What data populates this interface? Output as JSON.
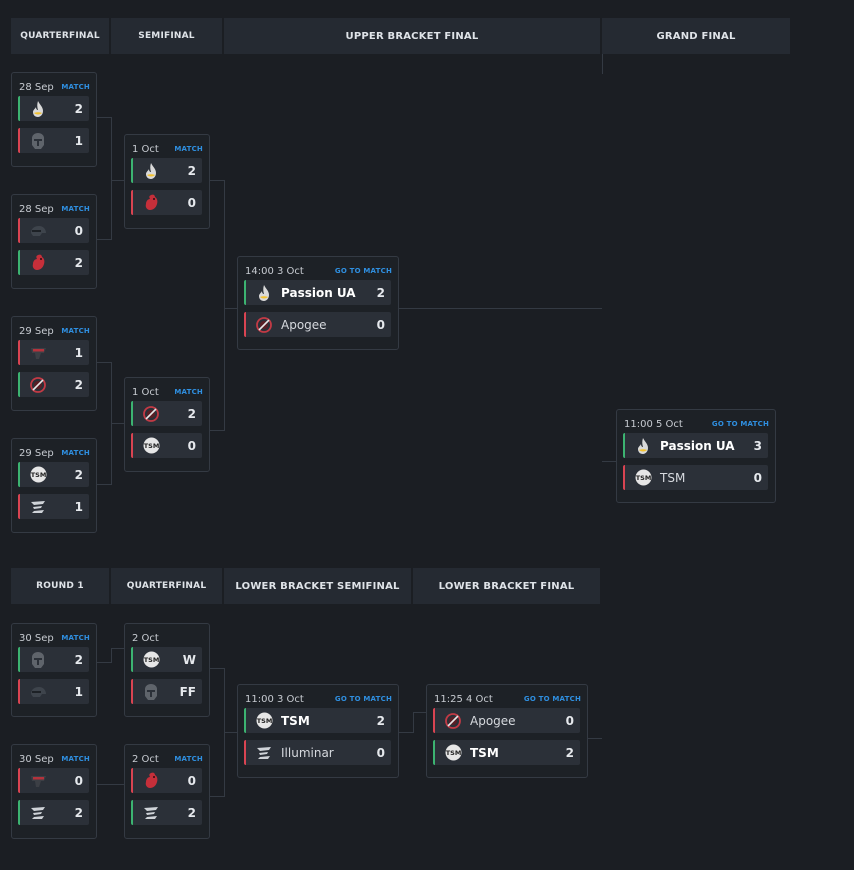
{
  "upper": {
    "headers": [
      "QUARTERFINAL",
      "SEMIFINAL",
      "UPPER BRACKET FINAL",
      "GRAND FINAL"
    ],
    "matches": [
      {
        "date": "28 Sep",
        "link": "MATCH",
        "teams": [
          {
            "logo": "passion-ua",
            "name": "",
            "score": "2",
            "result": "win"
          },
          {
            "logo": "team-knight",
            "name": "",
            "score": "1",
            "result": "loss"
          }
        ]
      },
      {
        "date": "28 Sep",
        "link": "MATCH",
        "teams": [
          {
            "logo": "team-cap",
            "name": "",
            "score": "0",
            "result": "loss"
          },
          {
            "logo": "team-rooster",
            "name": "",
            "score": "2",
            "result": "win"
          }
        ]
      },
      {
        "date": "29 Sep",
        "link": "MATCH",
        "teams": [
          {
            "logo": "team-bandit",
            "name": "",
            "score": "1",
            "result": "loss"
          },
          {
            "logo": "apogee",
            "name": "",
            "score": "2",
            "result": "win"
          }
        ]
      },
      {
        "date": "29 Sep",
        "link": "MATCH",
        "teams": [
          {
            "logo": "tsm",
            "name": "",
            "score": "2",
            "result": "win"
          },
          {
            "logo": "illuminar",
            "name": "",
            "score": "1",
            "result": "loss"
          }
        ]
      },
      {
        "date": "1 Oct",
        "link": "MATCH",
        "teams": [
          {
            "logo": "passion-ua",
            "name": "",
            "score": "2",
            "result": "win"
          },
          {
            "logo": "team-rooster",
            "name": "",
            "score": "0",
            "result": "loss"
          }
        ]
      },
      {
        "date": "1 Oct",
        "link": "MATCH",
        "teams": [
          {
            "logo": "apogee",
            "name": "",
            "score": "2",
            "result": "win"
          },
          {
            "logo": "tsm",
            "name": "",
            "score": "0",
            "result": "loss"
          }
        ]
      },
      {
        "date": "14:00  3 Oct",
        "link": "GO TO MATCH",
        "teams": [
          {
            "logo": "passion-ua",
            "name": "Passion UA",
            "score": "2",
            "result": "win",
            "bold": true
          },
          {
            "logo": "apogee",
            "name": "Apogee",
            "score": "0",
            "result": "loss"
          }
        ]
      },
      {
        "date": "11:00  5 Oct",
        "link": "GO TO MATCH",
        "teams": [
          {
            "logo": "passion-ua",
            "name": "Passion UA",
            "score": "3",
            "result": "win",
            "bold": true
          },
          {
            "logo": "tsm",
            "name": "TSM",
            "score": "0",
            "result": "loss"
          }
        ]
      }
    ]
  },
  "lower": {
    "headers": [
      "ROUND 1",
      "QUARTERFINAL",
      "LOWER BRACKET SEMIFINAL",
      "LOWER BRACKET FINAL"
    ],
    "matches": [
      {
        "date": "30 Sep",
        "link": "MATCH",
        "teams": [
          {
            "logo": "team-knight",
            "name": "",
            "score": "2",
            "result": "win"
          },
          {
            "logo": "team-cap",
            "name": "",
            "score": "1",
            "result": "loss"
          }
        ]
      },
      {
        "date": "30 Sep",
        "link": "MATCH",
        "teams": [
          {
            "logo": "team-bandit",
            "name": "",
            "score": "0",
            "result": "loss"
          },
          {
            "logo": "illuminar",
            "name": "",
            "score": "2",
            "result": "win"
          }
        ]
      },
      {
        "date": "2 Oct",
        "link": "",
        "teams": [
          {
            "logo": "tsm",
            "name": "",
            "score": "W",
            "result": "win"
          },
          {
            "logo": "team-knight",
            "name": "",
            "score": "FF",
            "result": "loss"
          }
        ]
      },
      {
        "date": "2 Oct",
        "link": "MATCH",
        "teams": [
          {
            "logo": "team-rooster",
            "name": "",
            "score": "0",
            "result": "loss"
          },
          {
            "logo": "illuminar",
            "name": "",
            "score": "2",
            "result": "win"
          }
        ]
      },
      {
        "date": "11:00  3 Oct",
        "link": "GO TO MATCH",
        "teams": [
          {
            "logo": "tsm",
            "name": "TSM",
            "score": "2",
            "result": "win",
            "bold": true
          },
          {
            "logo": "illuminar",
            "name": "Illuminar",
            "score": "0",
            "result": "loss"
          }
        ]
      },
      {
        "date": "11:25  4 Oct",
        "link": "GO TO MATCH",
        "teams": [
          {
            "logo": "apogee",
            "name": "Apogee",
            "score": "0",
            "result": "loss"
          },
          {
            "logo": "tsm",
            "name": "TSM",
            "score": "2",
            "result": "win",
            "bold": true
          }
        ]
      }
    ]
  },
  "colors": {
    "win": "#3cb371",
    "loss": "#d94452",
    "link": "#2f8fe0"
  }
}
